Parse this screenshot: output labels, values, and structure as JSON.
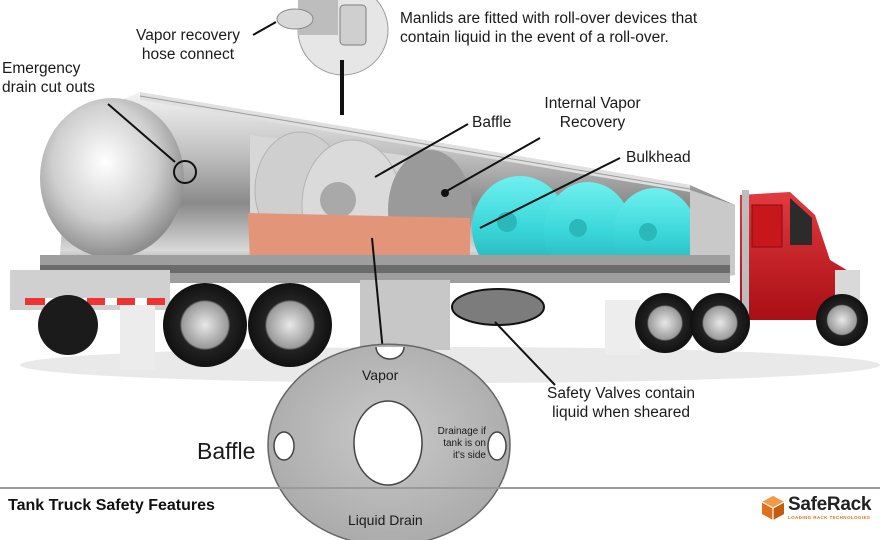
{
  "labels": {
    "vapor_recovery_line1": "Vapor recovery",
    "vapor_recovery_line2": "hose connect",
    "manlids_line1": "Manlids are fitted with roll-over devices that",
    "manlids_line2": "contain liquid in the event of a roll-over.",
    "emergency_line1": "Emergency",
    "emergency_line2": "drain cut outs",
    "baffle": "Baffle",
    "internal_vapor_line1": "Internal Vapor",
    "internal_vapor_line2": "Recovery",
    "bulkhead": "Bulkhead",
    "safety_valves_line1": "Safety Valves contain",
    "safety_valves_line2": "liquid when sheared"
  },
  "baffle_detail": {
    "title": "Baffle",
    "vapor": "Vapor",
    "drainage_line1": "Drainage if",
    "drainage_line2": "tank is on",
    "drainage_line3": "it's side",
    "liquid_drain": "Liquid Drain"
  },
  "footer": {
    "title": "Tank Truck Safety Features",
    "brand_name": "SafeRack",
    "brand_tagline": "LOADING RACK TECHNOLOGIES"
  },
  "colors": {
    "cab_red": "#c8161d",
    "compartment_cyan": "#3ad6d9",
    "liquid_orange": "#e3957a",
    "brand_orange": "#e0701a"
  }
}
